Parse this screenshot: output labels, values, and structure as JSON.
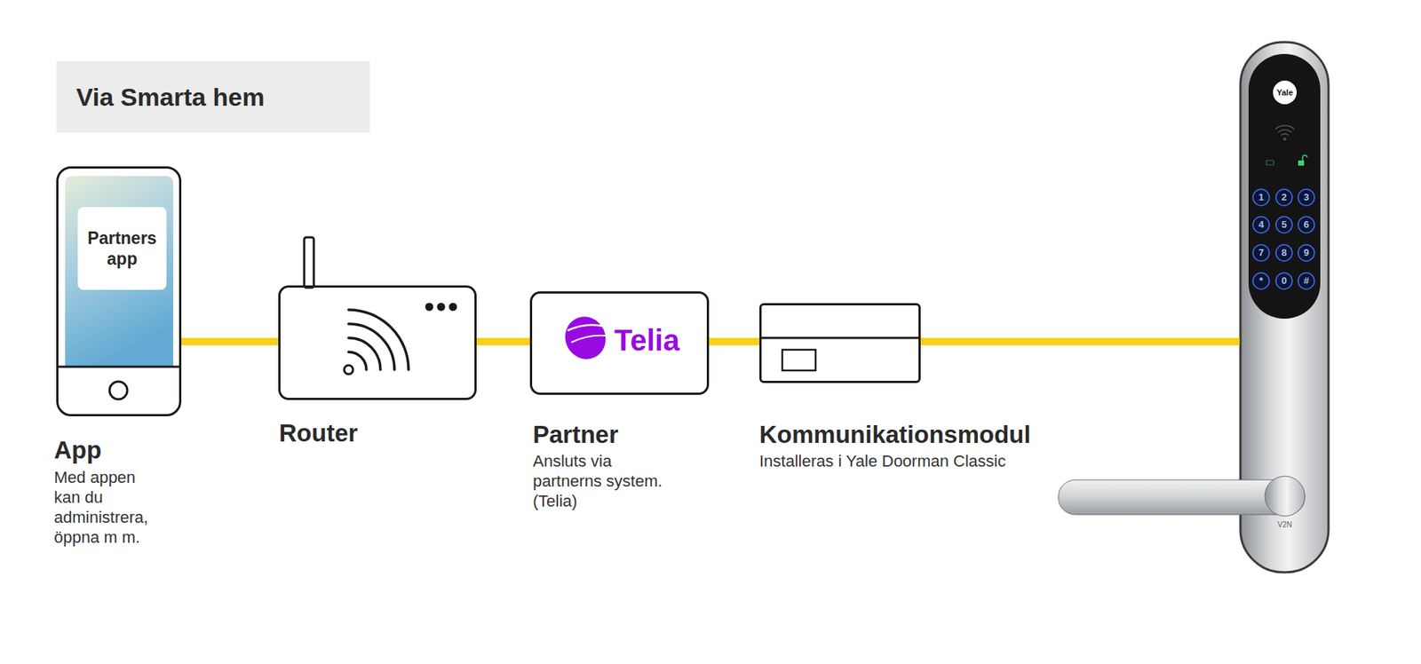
{
  "diagram": {
    "title": "Via Smarta hem",
    "nodes": [
      {
        "text": [
          "App",
          "Med appen kan du administrera, öppna m m."
        ]
      },
      {
        "text": [
          "Partners app"
        ],
        "in": 0
      },
      {
        "text": [
          "Router"
        ]
      },
      {
        "text": [
          "Telia",
          "Partner",
          "Ansluts via partnerns system. (Telia)"
        ]
      },
      {
        "text": [
          "Kommunikationsmodul",
          "Installeras i Yale Doorman Classic"
        ]
      },
      {
        "text": [
          "Yale",
          "V2N"
        ]
      }
    ],
    "edges": [
      {
        "from": 0,
        "to": 2,
        "arrow": "none"
      },
      {
        "from": 2,
        "to": 3,
        "arrow": "none"
      },
      {
        "from": 3,
        "to": 4,
        "arrow": "none"
      },
      {
        "from": 4,
        "to": 5,
        "arrow": "none"
      }
    ],
    "labels": [
      "1",
      "2",
      "3",
      "4",
      "5",
      "6",
      "7",
      "8",
      "9",
      "*",
      "0",
      "#"
    ]
  }
}
